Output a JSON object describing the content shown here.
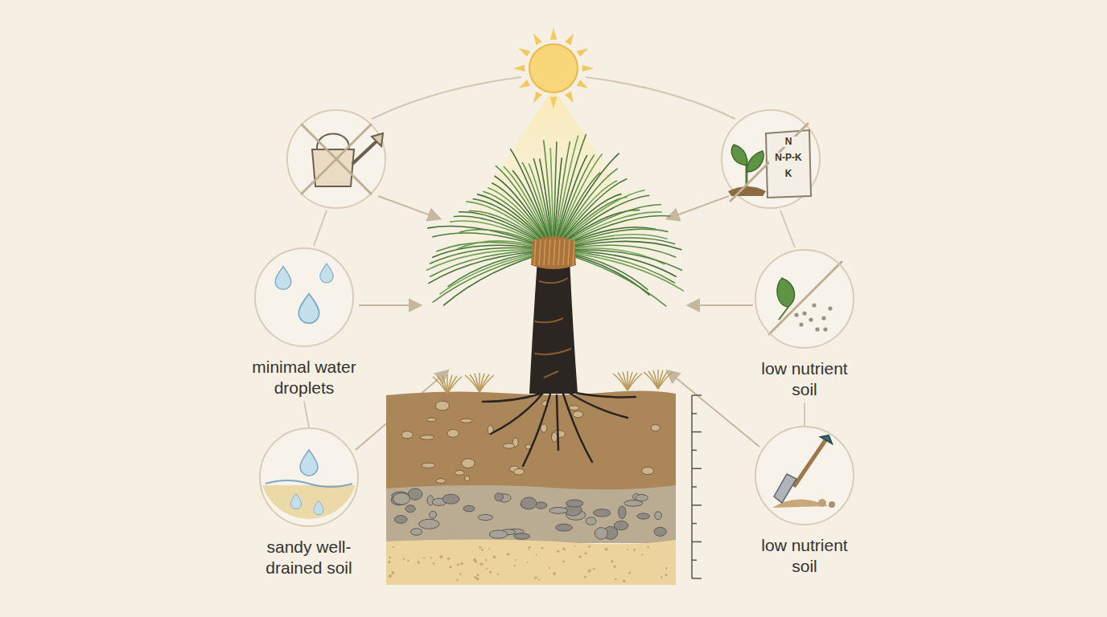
{
  "diagram": {
    "nodes": [
      {
        "text": [
          "minimal water droplets"
        ]
      },
      {
        "text": [
          "low nutrient soil"
        ]
      },
      {
        "text": [
          "sandy well-drained soil"
        ]
      },
      {
        "text": [
          "low nutrient soil"
        ]
      }
    ],
    "edges": [
      {
        "from": 0,
        "to": 2,
        "arrow": "none"
      },
      {
        "from": 1,
        "to": 3,
        "arrow": "none"
      }
    ],
    "labels": [
      "N",
      "N-P-K",
      "K"
    ]
  }
}
